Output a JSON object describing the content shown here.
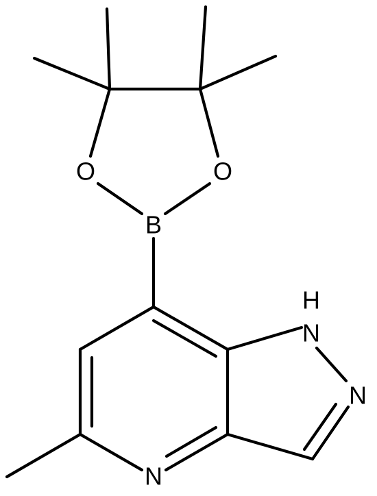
{
  "atoms": {
    "o_left": "O",
    "o_right": "O",
    "boron": "B",
    "nh_h": "H",
    "nh_n": "N",
    "n_pyrazole": "N",
    "n_pyridine": "N"
  },
  "colors": {
    "bond": "#000000",
    "label": "#000000",
    "background": "#ffffff"
  }
}
